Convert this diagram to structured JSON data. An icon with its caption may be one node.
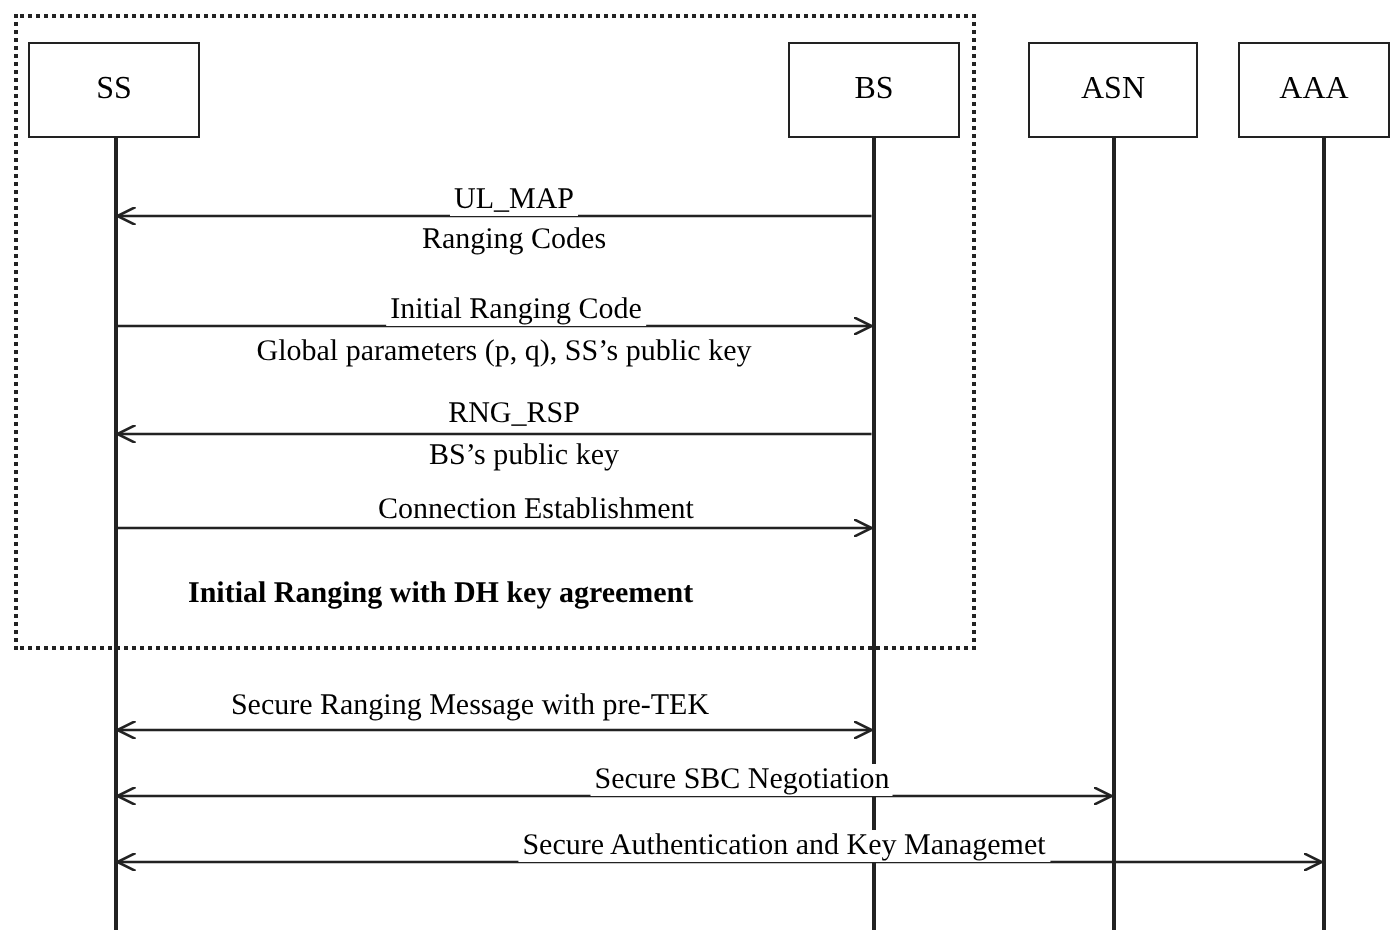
{
  "diagram": {
    "nodes": [
      {
        "text": [
          "Initial Ranging with DH key agreement"
        ]
      },
      {
        "text": [
          "SS"
        ],
        "in": 0
      },
      {
        "text": [
          "BS"
        ],
        "in": 0
      },
      {
        "text": [
          "ASN"
        ]
      },
      {
        "text": [
          "AAA"
        ]
      },
      {
        "text": [],
        "shape": "bar"
      },
      {
        "text": [],
        "shape": "bar"
      },
      {
        "text": [],
        "shape": "bar"
      },
      {
        "text": [],
        "shape": "bar"
      }
    ],
    "edges": [
      {
        "from": 6,
        "to": 5,
        "arrow": "to",
        "label": "UL_MAP"
      },
      {
        "from": 5,
        "to": 6,
        "arrow": "to",
        "label": "Initial Ranging Code"
      },
      {
        "from": 6,
        "to": 5,
        "arrow": "to",
        "label": "RNG_RSP"
      },
      {
        "from": 5,
        "to": 6,
        "arrow": "to",
        "label": "Connection Establishment"
      },
      {
        "from": 5,
        "to": 6,
        "arrow": "both",
        "label": "Secure Ranging Message with pre-TEK"
      },
      {
        "from": 5,
        "to": 7,
        "arrow": "both",
        "label": "Secure SBC Negotiation"
      },
      {
        "from": 5,
        "to": 8,
        "arrow": "both",
        "label": "Secure Authentication and Key Managemet"
      }
    ],
    "labels": [
      "Ranging Codes",
      "Global parameters (p, q), SS’s public key",
      "BS’s public key"
    ]
  }
}
